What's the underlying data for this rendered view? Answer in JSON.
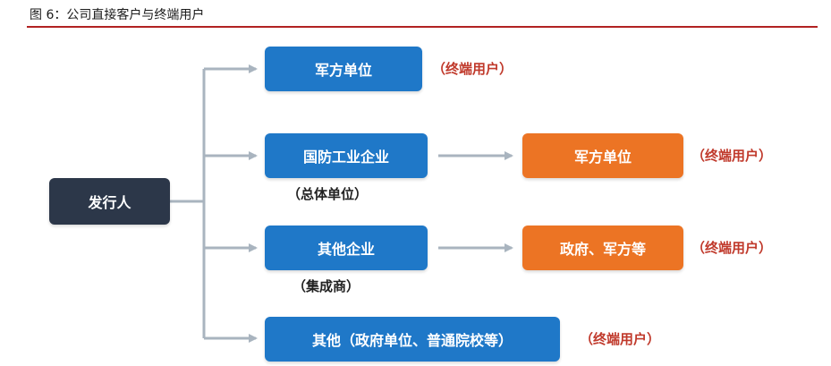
{
  "caption": "图 6：公司直接客户与终端用户",
  "colors": {
    "blue": "#1f78c8",
    "orange": "#ec7424",
    "dark": "#2c3749",
    "tag": "#c0392b",
    "rule": "#b22222",
    "connector": "#a9b4bf"
  },
  "root": "发行人",
  "branch1": {
    "label": "军方单位",
    "tag": "（终端用户）"
  },
  "branch2": {
    "label": "国防工业企业",
    "sub": "（总体单位）",
    "end": "军方单位",
    "tag": "（终端用户）"
  },
  "branch3": {
    "label": "其他企业",
    "sub": "（集成商）",
    "end": "政府、军方等",
    "tag": "（终端用户）"
  },
  "branch4": {
    "label": "其他（政府单位、普通院校等）",
    "tag": "（终端用户）"
  }
}
